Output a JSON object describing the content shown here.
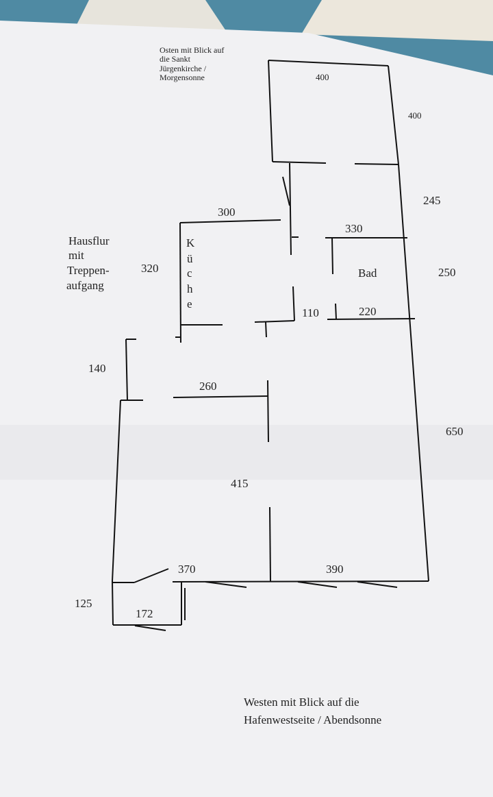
{
  "notes": {
    "east": [
      "Osten mit Blick auf",
      "die Sankt",
      "Jürgenkirche /",
      "Morgensonne"
    ],
    "west": [
      "Westen mit Blick auf die",
      "Hafenwestseite / Abendsonne"
    ],
    "hallway": [
      "Hausflur",
      "mit",
      "Treppen-",
      "aufgang"
    ]
  },
  "rooms": {
    "kitchen": [
      "K",
      "ü",
      "c",
      "h",
      "e"
    ],
    "bath": "Bad"
  },
  "dimensions": {
    "d400a": "400",
    "d400b": "400",
    "d245": "245",
    "d300": "300",
    "d330": "330",
    "d320": "320",
    "d250": "250",
    "d110": "110",
    "d220": "220",
    "d140": "140",
    "d260": "260",
    "d650": "650",
    "d415": "415",
    "d370": "370",
    "d390": "390",
    "d125": "125",
    "d172": "172"
  }
}
